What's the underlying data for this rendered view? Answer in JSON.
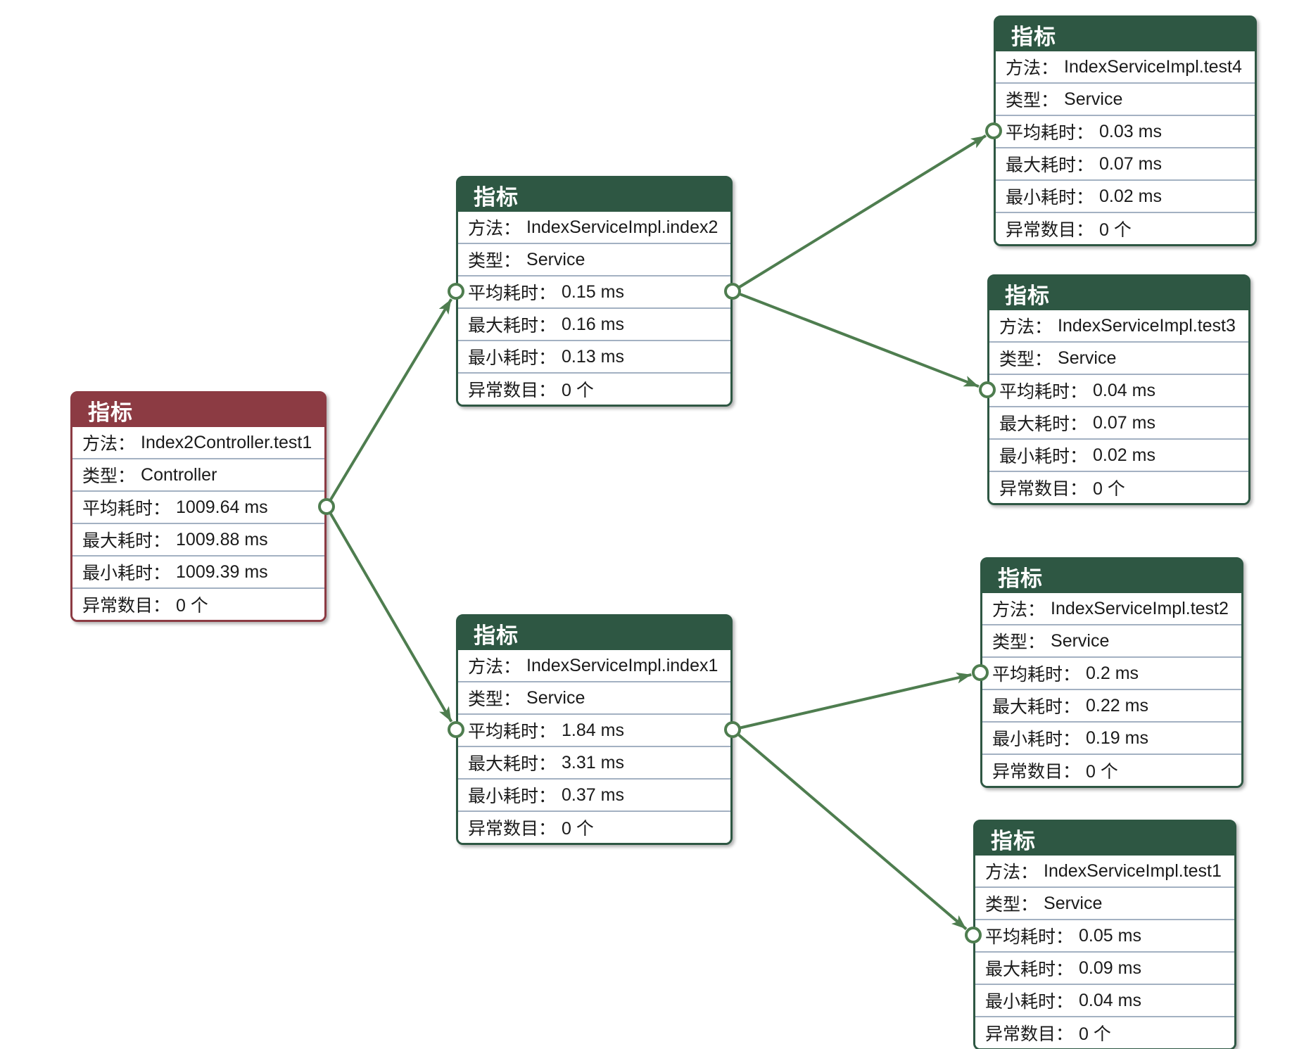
{
  "labels": {
    "header": "指标",
    "method": "方法：",
    "type": "类型：",
    "avg": "平均耗时：",
    "max": "最大耗时：",
    "min": "最小耗时：",
    "errors": "异常数目："
  },
  "colors": {
    "controller_theme": "#8c3b43",
    "service_theme": "#2e5743",
    "edge": "#4e7d4f",
    "row_divider": "#a3b1c2"
  },
  "nodes": {
    "root": {
      "title": "指标",
      "method": "Index2Controller.test1",
      "type": "Controller",
      "avg": "1009.64 ms",
      "max": "1009.88 ms",
      "min": "1009.39 ms",
      "errors": "0 个"
    },
    "index2": {
      "title": "指标",
      "method": "IndexServiceImpl.index2",
      "type": "Service",
      "avg": "0.15 ms",
      "max": "0.16 ms",
      "min": "0.13 ms",
      "errors": "0 个"
    },
    "index1": {
      "title": "指标",
      "method": "IndexServiceImpl.index1",
      "type": "Service",
      "avg": "1.84 ms",
      "max": "3.31 ms",
      "min": "0.37 ms",
      "errors": "0 个"
    },
    "test4": {
      "title": "指标",
      "method": "IndexServiceImpl.test4",
      "type": "Service",
      "avg": "0.03 ms",
      "max": "0.07 ms",
      "min": "0.02 ms",
      "errors": "0 个"
    },
    "test3": {
      "title": "指标",
      "method": "IndexServiceImpl.test3",
      "type": "Service",
      "avg": "0.04 ms",
      "max": "0.07 ms",
      "min": "0.02 ms",
      "errors": "0 个"
    },
    "test2": {
      "title": "指标",
      "method": "IndexServiceImpl.test2",
      "type": "Service",
      "avg": "0.2 ms",
      "max": "0.22 ms",
      "min": "0.19 ms",
      "errors": "0 个"
    },
    "test1": {
      "title": "指标",
      "method": "IndexServiceImpl.test1",
      "type": "Service",
      "avg": "0.05 ms",
      "max": "0.09 ms",
      "min": "0.04 ms",
      "errors": "0 个"
    }
  },
  "edges": [
    {
      "from": "root",
      "to": "index2"
    },
    {
      "from": "root",
      "to": "index1"
    },
    {
      "from": "index2",
      "to": "test4"
    },
    {
      "from": "index2",
      "to": "test3"
    },
    {
      "from": "index1",
      "to": "test2"
    },
    {
      "from": "index1",
      "to": "test1"
    }
  ]
}
